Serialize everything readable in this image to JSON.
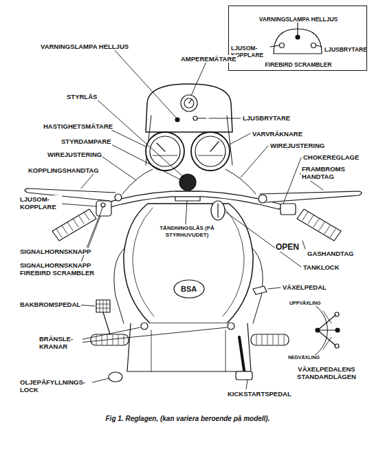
{
  "diagram": {
    "caption": "Fig 1. Reglagen, (kan variera beroende på modell).",
    "nodes": [
      {
        "text": [
          "VARNINGSLAMPA HELLJUS",
          "LJUSOM- KOPPLARE",
          "LJUSBRYTARE",
          "FIREBIRD SCRAMBLER"
        ]
      }
    ],
    "labels": [
      "VARNINGSLAMPA HELLJUS",
      "AMPEREMÄTARE",
      "STYRLÅS",
      "LJUSBRYTARE",
      "HASTIGHETSMÄTARE",
      "VARVRÄKNARE",
      "STYRDAMPARE",
      "WIREJUSTERING",
      "WIREJUSTERING",
      "CHOKEREGLAGE",
      "KOPPLINGSHANDTAG",
      "FRAMBROMS HANDTAG",
      "LJUSOM- KOPPLARE",
      "TÄNDNINGSLÅS (PÅ STYRHUVUDET)",
      "OPEN",
      "GASHANDTAG",
      "SIGNALHORNSKNAPP",
      "SIGNALHORNSKNAPP FIREBIRD SCRAMBLER",
      "TANKLOCK",
      "BSA",
      "BAKBROMSPEDAL",
      "VÄXELPEDAL",
      "UPPVÄXLING",
      "NEDVÄXLING",
      "BRÄNSLE- KRANAR",
      "VÄXELPEDALENS STANDARDLÄGEN",
      "OLJEPÅFYLLNINGS- LOCK",
      "KICKSTARTSPEDAL"
    ]
  }
}
